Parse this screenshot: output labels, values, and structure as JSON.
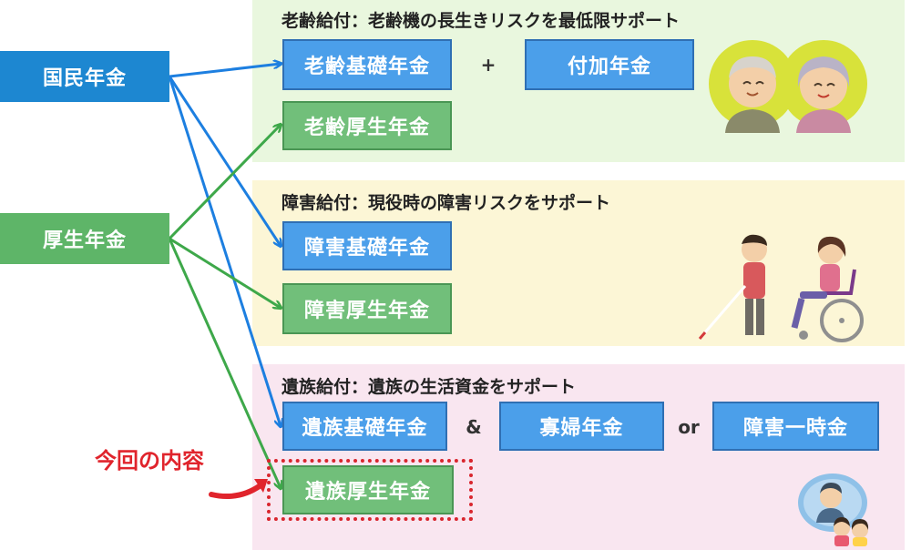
{
  "sources": {
    "national": "国民年金",
    "employee": "厚生年金"
  },
  "sections": {
    "old_age": {
      "title": "老齢給付：老齢機の長生きリスクを最低限サポート",
      "basic": "老齢基礎年金",
      "op": "+",
      "additional": "付加年金",
      "employee": "老齢厚生年金"
    },
    "disability": {
      "title": "障害給付：現役時の障害リスクをサポート",
      "basic": "障害基礎年金",
      "employee": "障害厚生年金"
    },
    "survivor": {
      "title": "遺族給付：遺族の生活資金をサポート",
      "basic": "遺族基礎年金",
      "op1": "&",
      "widow": "寡婦年金",
      "op2": "or",
      "lump": "障害一時金",
      "employee": "遺族厚生年金"
    }
  },
  "note": "今回の内容",
  "colors": {
    "national": "#1d87d1",
    "employee": "#5eb568",
    "note": "#e0242c"
  }
}
